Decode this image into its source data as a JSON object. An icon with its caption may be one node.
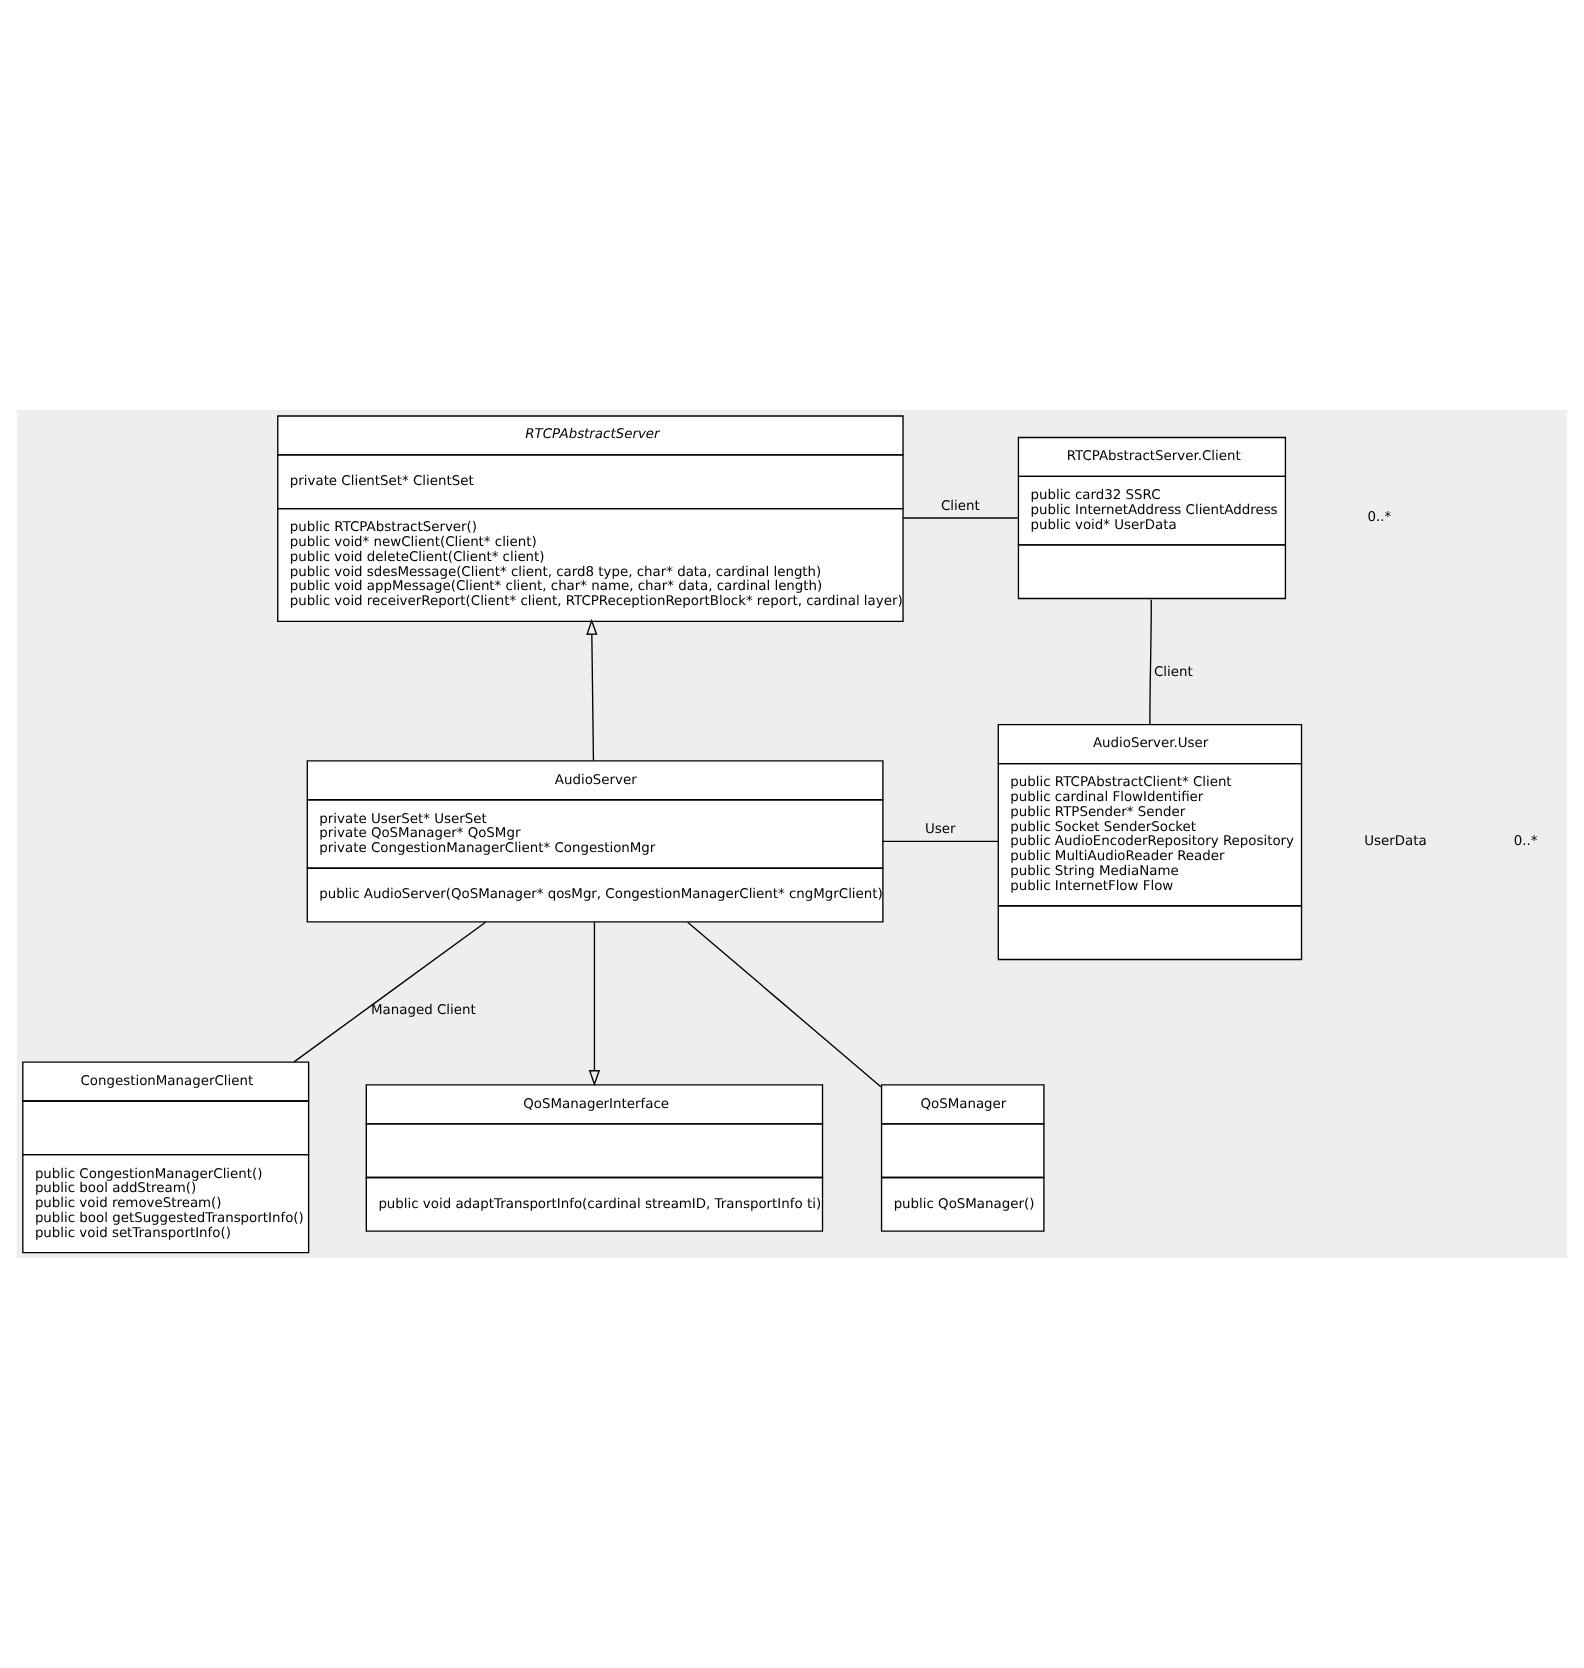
{
  "diagram": {
    "nodes": [
      {
        "text": [
          "RTCPAbstractServer",
          "private ClientSet* ClientSet",
          "public RTCPAbstractServer()",
          "public void* newClient(Client* client)",
          "public void deleteClient(Client* client)",
          "public void sdesMessage(Client* client, card8 type, char* data, cardinal length)",
          "public void appMessage(Client* client, char* name, char* data, cardinal length)",
          "public void receiverReport(Client* client, RTCPReceptionReportBlock* report, cardinal layer)"
        ]
      },
      {
        "text": [
          "RTCPAbstractServer.Client",
          "public card32 SSRC",
          "public InternetAddress ClientAddress",
          "public void* UserData"
        ]
      },
      {
        "text": [
          "AudioServer",
          "private UserSet* UserSet",
          "private QoSManager* QoSMgr",
          "private CongestionManagerClient* CongestionMgr",
          "public AudioServer(QoSManager* qosMgr, CongestionManagerClient* cngMgrClient)"
        ]
      },
      {
        "text": [
          "AudioServer.User",
          "public RTCPAbstractClient* Client",
          "public cardinal FlowIdentifier",
          "public RTPSender* Sender",
          "public Socket SenderSocket",
          "public AudioEncoderRepository Repository",
          "public MultiAudioReader Reader",
          "public String MediaName",
          "public InternetFlow Flow"
        ]
      },
      {
        "text": [
          "CongestionManagerClient",
          "public CongestionManagerClient()",
          "public bool addStream()",
          "public void removeStream()",
          "public bool getSuggestedTransportInfo()",
          "public void setTransportInfo()"
        ]
      },
      {
        "text": [
          "QoSManagerInterface",
          "public void adaptTransportInfo(cardinal streamID, TransportInfo ti)"
        ]
      },
      {
        "text": [
          "QoSManager",
          "public QoSManager()"
        ]
      }
    ],
    "edges": [
      {
        "from": 0,
        "to": 1,
        "arrow": "none",
        "label": "Client"
      },
      {
        "from": 1,
        "to": 3,
        "arrow": "none",
        "label": "Client"
      },
      {
        "from": 2,
        "to": 0,
        "arrow": "to"
      },
      {
        "from": 2,
        "to": 3,
        "arrow": "none",
        "label": "User"
      },
      {
        "from": 2,
        "to": 5,
        "arrow": "to"
      },
      {
        "from": 2,
        "to": 4,
        "arrow": "none",
        "label": "Managed Client"
      },
      {
        "from": 2,
        "to": 6,
        "arrow": "none"
      }
    ],
    "labels": [
      "0..*",
      "UserData",
      "0..*"
    ]
  }
}
